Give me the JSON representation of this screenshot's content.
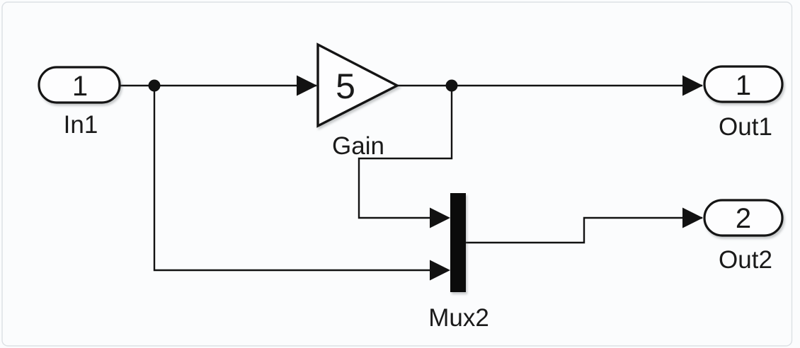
{
  "diagram": {
    "kind": "simulink-block-diagram",
    "blocks": {
      "in1": {
        "type": "Inport",
        "port": "1",
        "label": "In1"
      },
      "gain": {
        "type": "Gain",
        "value": "5",
        "label": "Gain"
      },
      "mux2": {
        "type": "Mux",
        "label": "Mux2"
      },
      "out1": {
        "type": "Outport",
        "port": "1",
        "label": "Out1"
      },
      "out2": {
        "type": "Outport",
        "port": "2",
        "label": "Out2"
      }
    },
    "connections": [
      "In1 -> Gain",
      "In1 -> Mux2 (lower input)",
      "Gain -> Out1",
      "Gain -> Mux2 (upper input)",
      "Mux2 -> Out2"
    ],
    "colors": {
      "line": "#121212",
      "block_fill": "#fdfdfe",
      "mux_fill": "#0b0b0b",
      "background": "#fbfcfd",
      "border": "#dde1e5"
    }
  }
}
